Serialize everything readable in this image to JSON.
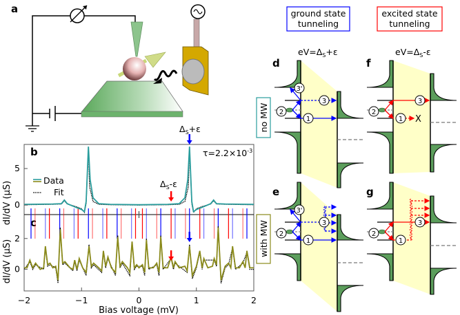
{
  "panels": {
    "a": "a",
    "b": "b",
    "c": "c",
    "d": "d",
    "e": "e",
    "f": "f",
    "g": "g"
  },
  "headers": {
    "ground": [
      "ground state",
      "tunneling"
    ],
    "excited": [
      "excited state",
      "tunneling"
    ],
    "ground_color": "#0000ff",
    "excited_color": "#ff0000"
  },
  "conditions": {
    "plus": {
      "main": "eV=Δ",
      "sub": "S",
      "tail": "+ε"
    },
    "minus": {
      "main": "eV=Δ",
      "sub": "S",
      "tail": "-ε"
    }
  },
  "side_labels": {
    "no_mw": "no MW",
    "with_mw": "with MW",
    "no_mw_color": "#2a9d9d",
    "with_mw_color": "#8a8a1a"
  },
  "levels": {
    "one": "1",
    "two": "2",
    "three": "3",
    "three_prime": "3'",
    "blocked": "X"
  },
  "annotations": {
    "plus": {
      "main": "Δ",
      "sub": "S",
      "tail": "+ε"
    },
    "minus": {
      "main": "Δ",
      "sub": "S",
      "tail": "-ε"
    },
    "tau": {
      "main": "τ=2.2×10",
      "sup": "-3"
    }
  },
  "chart_data": [
    {
      "panel": "b",
      "type": "line",
      "xlabel": "Bias voltage (mV)",
      "ylabel": "dI/dV (μS)",
      "xlim": [
        -2,
        2
      ],
      "ylim": [
        -1.3,
        8.3
      ],
      "yticks": [
        0,
        5
      ],
      "xticks": [
        -2,
        -1,
        0,
        1,
        2
      ],
      "legend": "left",
      "series": [
        {
          "name": "Data",
          "color": "#2a9d9d",
          "style": "solid",
          "points": [
            [
              -2,
              0.1
            ],
            [
              -1.5,
              0.15
            ],
            [
              -1.35,
              0.2
            ],
            [
              -1.3,
              0.7
            ],
            [
              -1.25,
              0.2
            ],
            [
              -1.1,
              -0.3
            ],
            [
              -1.0,
              -0.6
            ],
            [
              -0.95,
              -0.9
            ],
            [
              -0.92,
              0.5
            ],
            [
              -0.88,
              8.0
            ],
            [
              -0.85,
              3.5
            ],
            [
              -0.8,
              1.0
            ],
            [
              -0.7,
              0.2
            ],
            [
              -0.5,
              0.1
            ],
            [
              0,
              0.05
            ],
            [
              0.5,
              0.1
            ],
            [
              0.7,
              0.2
            ],
            [
              0.8,
              1.0
            ],
            [
              0.85,
              3.5
            ],
            [
              0.88,
              8.0
            ],
            [
              0.92,
              0.5
            ],
            [
              0.95,
              -0.9
            ],
            [
              1.0,
              -0.6
            ],
            [
              1.1,
              -0.3
            ],
            [
              1.25,
              0.2
            ],
            [
              1.3,
              0.7
            ],
            [
              1.35,
              0.2
            ],
            [
              1.5,
              0.15
            ],
            [
              2,
              0.1
            ]
          ]
        },
        {
          "name": "Fit",
          "color": "#000000",
          "style": "dotted",
          "points": [
            [
              -2,
              0.05
            ],
            [
              -1.5,
              0.1
            ],
            [
              -1.35,
              0.15
            ],
            [
              -1.3,
              0.6
            ],
            [
              -1.25,
              0.15
            ],
            [
              -1.1,
              -0.2
            ],
            [
              -1.0,
              -0.5
            ],
            [
              -0.95,
              -1.0
            ],
            [
              -0.92,
              0.2
            ],
            [
              -0.88,
              7.8
            ],
            [
              -0.86,
              2.5
            ],
            [
              -0.8,
              0.5
            ],
            [
              -0.7,
              0.1
            ],
            [
              -0.5,
              0.05
            ],
            [
              0,
              0.0
            ],
            [
              0.5,
              0.05
            ],
            [
              0.7,
              0.1
            ],
            [
              0.8,
              0.5
            ],
            [
              0.86,
              2.5
            ],
            [
              0.88,
              7.8
            ],
            [
              0.92,
              0.2
            ],
            [
              0.95,
              -1.0
            ],
            [
              1.0,
              -0.5
            ],
            [
              1.1,
              -0.2
            ],
            [
              1.25,
              0.15
            ],
            [
              1.3,
              0.6
            ],
            [
              1.35,
              0.15
            ],
            [
              1.5,
              0.1
            ],
            [
              2,
              0.05
            ]
          ]
        }
      ],
      "markers": {
        "blue": [
          0.88
        ],
        "red": [
          0.56
        ]
      }
    },
    {
      "panel": "c",
      "type": "line",
      "xlabel": "Bias voltage (mV)",
      "ylabel": "dI/dV (μS)",
      "xlim": [
        -2,
        2
      ],
      "ylim": [
        -1.4,
        3.55
      ],
      "yticks": [
        0,
        2
      ],
      "xticks": [
        -2,
        -1,
        0,
        1,
        2
      ],
      "series": [
        {
          "name": "Data",
          "color": "#8a8a1a",
          "style": "solid",
          "points": [
            [
              -2,
              0.1
            ],
            [
              -1.95,
              0.1
            ],
            [
              -1.9,
              0.6
            ],
            [
              -1.85,
              0.1
            ],
            [
              -1.8,
              0.4
            ],
            [
              -1.72,
              0.0
            ],
            [
              -1.66,
              0.1
            ],
            [
              -1.63,
              1.5
            ],
            [
              -1.59,
              0.3
            ],
            [
              -1.55,
              0.4
            ],
            [
              -1.5,
              0.1
            ],
            [
              -1.45,
              0.2
            ],
            [
              -1.41,
              -0.7
            ],
            [
              -1.37,
              2.6
            ],
            [
              -1.33,
              0.4
            ],
            [
              -1.29,
              0.5
            ],
            [
              -1.2,
              0.1
            ],
            [
              -1.15,
              0.0
            ],
            [
              -1.12,
              0.6
            ],
            [
              -1.08,
              0.0
            ],
            [
              -1.04,
              0.7
            ],
            [
              -0.98,
              0.1
            ],
            [
              -0.92,
              -0.2
            ],
            [
              -0.87,
              1.5
            ],
            [
              -0.83,
              0.2
            ],
            [
              -0.79,
              0.4
            ],
            [
              -0.7,
              0.1
            ],
            [
              -0.65,
              -0.1
            ],
            [
              -0.62,
              1.2
            ],
            [
              -0.58,
              0.2
            ],
            [
              -0.54,
              0.8
            ],
            [
              -0.48,
              0.1
            ],
            [
              -0.41,
              -0.2
            ],
            [
              -0.37,
              2.1
            ],
            [
              -0.33,
              0.2
            ],
            [
              -0.29,
              0.5
            ],
            [
              -0.2,
              0.1
            ],
            [
              -0.16,
              -0.2
            ],
            [
              -0.12,
              1.8
            ],
            [
              -0.08,
              0.1
            ],
            [
              -0.04,
              0.3
            ],
            [
              0.0,
              0.1
            ],
            [
              0.06,
              0.3
            ],
            [
              0.1,
              -0.2
            ],
            [
              0.13,
              1.9
            ],
            [
              0.17,
              0.1
            ],
            [
              0.25,
              0.1
            ],
            [
              0.31,
              0.4
            ],
            [
              0.35,
              -0.2
            ],
            [
              0.38,
              2.1
            ],
            [
              0.42,
              0.1
            ],
            [
              0.5,
              0.1
            ],
            [
              0.56,
              0.8
            ],
            [
              0.6,
              0.1
            ],
            [
              0.63,
              0.5
            ],
            [
              0.7,
              0.1
            ],
            [
              0.8,
              0.2
            ],
            [
              0.84,
              -0.1
            ],
            [
              0.88,
              1.5
            ],
            [
              0.93,
              -0.4
            ],
            [
              1.0,
              0.2
            ],
            [
              1.06,
              1.2
            ],
            [
              1.1,
              0.1
            ],
            [
              1.13,
              0.7
            ],
            [
              1.2,
              0.1
            ],
            [
              1.28,
              0.2
            ],
            [
              1.31,
              0.7
            ],
            [
              1.35,
              0.3
            ],
            [
              1.38,
              2.7
            ],
            [
              1.43,
              -0.7
            ],
            [
              1.5,
              0.2
            ],
            [
              1.56,
              0.4
            ],
            [
              1.6,
              0.1
            ],
            [
              1.63,
              1.5
            ],
            [
              1.68,
              0.1
            ],
            [
              1.75,
              0.1
            ],
            [
              1.81,
              0.5
            ],
            [
              1.85,
              0.1
            ],
            [
              1.88,
              1.2
            ],
            [
              1.93,
              0.1
            ],
            [
              2,
              0.1
            ]
          ]
        },
        {
          "name": "Fit",
          "color": "#000000",
          "style": "dotted",
          "points": [
            [
              -2,
              0.0
            ],
            [
              -1.9,
              0.5
            ],
            [
              -1.85,
              0.0
            ],
            [
              -1.8,
              0.3
            ],
            [
              -1.66,
              0.0
            ],
            [
              -1.63,
              1.4
            ],
            [
              -1.59,
              0.2
            ],
            [
              -1.55,
              0.3
            ],
            [
              -1.45,
              0.1
            ],
            [
              -1.41,
              -0.9
            ],
            [
              -1.37,
              2.7
            ],
            [
              -1.33,
              0.3
            ],
            [
              -1.29,
              0.4
            ],
            [
              -1.15,
              -0.1
            ],
            [
              -1.12,
              0.5
            ],
            [
              -1.08,
              -0.1
            ],
            [
              -1.04,
              0.6
            ],
            [
              -0.92,
              -0.4
            ],
            [
              -0.87,
              1.6
            ],
            [
              -0.83,
              0.1
            ],
            [
              -0.79,
              0.3
            ],
            [
              -0.65,
              -0.2
            ],
            [
              -0.62,
              1.1
            ],
            [
              -0.58,
              0.1
            ],
            [
              -0.54,
              0.7
            ],
            [
              -0.41,
              -0.4
            ],
            [
              -0.37,
              2.2
            ],
            [
              -0.33,
              0.1
            ],
            [
              -0.29,
              0.4
            ],
            [
              -0.16,
              -0.4
            ],
            [
              -0.12,
              1.8
            ],
            [
              -0.08,
              0.0
            ],
            [
              -0.04,
              0.2
            ],
            [
              0.06,
              0.2
            ],
            [
              0.1,
              -0.4
            ],
            [
              0.13,
              2.0
            ],
            [
              0.17,
              0.0
            ],
            [
              0.31,
              0.3
            ],
            [
              0.35,
              -0.4
            ],
            [
              0.38,
              2.2
            ],
            [
              0.42,
              0.0
            ],
            [
              0.56,
              0.7
            ],
            [
              0.6,
              0.0
            ],
            [
              0.63,
              0.4
            ],
            [
              0.84,
              -0.2
            ],
            [
              0.88,
              1.6
            ],
            [
              0.93,
              -0.6
            ],
            [
              1.0,
              0.1
            ],
            [
              1.06,
              1.1
            ],
            [
              1.1,
              0.0
            ],
            [
              1.13,
              0.6
            ],
            [
              1.31,
              0.6
            ],
            [
              1.35,
              0.2
            ],
            [
              1.38,
              2.8
            ],
            [
              1.43,
              -0.9
            ],
            [
              1.5,
              0.1
            ],
            [
              1.56,
              0.3
            ],
            [
              1.63,
              1.4
            ],
            [
              1.68,
              0.0
            ],
            [
              1.81,
              0.4
            ],
            [
              1.88,
              1.1
            ],
            [
              1.93,
              0.0
            ],
            [
              2,
              0.0
            ]
          ]
        }
      ],
      "markers": {
        "blue": [
          0.88
        ],
        "red": [
          0.56
        ]
      }
    }
  ],
  "transition_lines": {
    "blue": [
      -1.88,
      -1.63,
      -1.38,
      -1.13,
      -0.88,
      -0.63,
      -0.38,
      -0.13,
      0.13,
      0.38,
      0.63,
      0.88,
      1.13,
      1.38,
      1.63,
      1.88
    ],
    "red": [
      -1.81,
      -1.56,
      -1.31,
      -1.06,
      -0.81,
      -0.56,
      -0.31,
      -0.06,
      0.06,
      0.31,
      0.56,
      0.81,
      1.06,
      1.31,
      1.56,
      1.81
    ]
  }
}
